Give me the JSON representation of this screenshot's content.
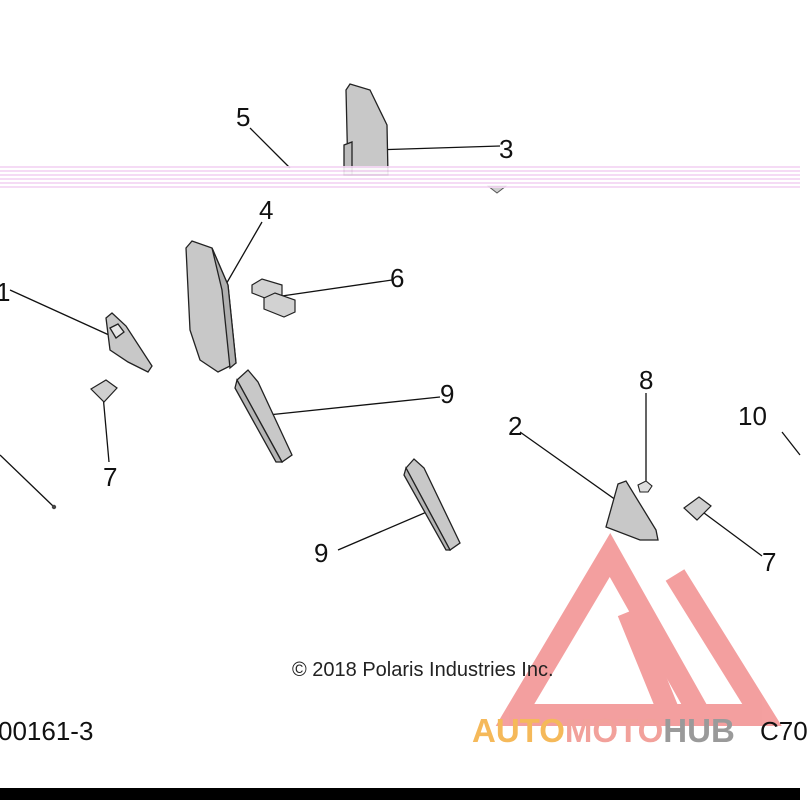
{
  "callouts": {
    "c1": "1",
    "c2": "2",
    "c3": "3",
    "c4": "4",
    "c5": "5",
    "c6": "6",
    "c7a": "7",
    "c7b": "7",
    "c8": "8",
    "c9a": "9",
    "c9b": "9",
    "c10": "10"
  },
  "copyright": "© 2018 Polaris Industries Inc.",
  "figure_id_left": "00161-3",
  "figure_id_right": "C70",
  "watermark": {
    "part1": "AUTO",
    "part2": "MOTO",
    "part3": "HUB",
    "colors": {
      "auto": "#f5b95a",
      "moto": "#f2a19b",
      "hub": "#9a9a9a",
      "logo": "#f08080"
    }
  }
}
